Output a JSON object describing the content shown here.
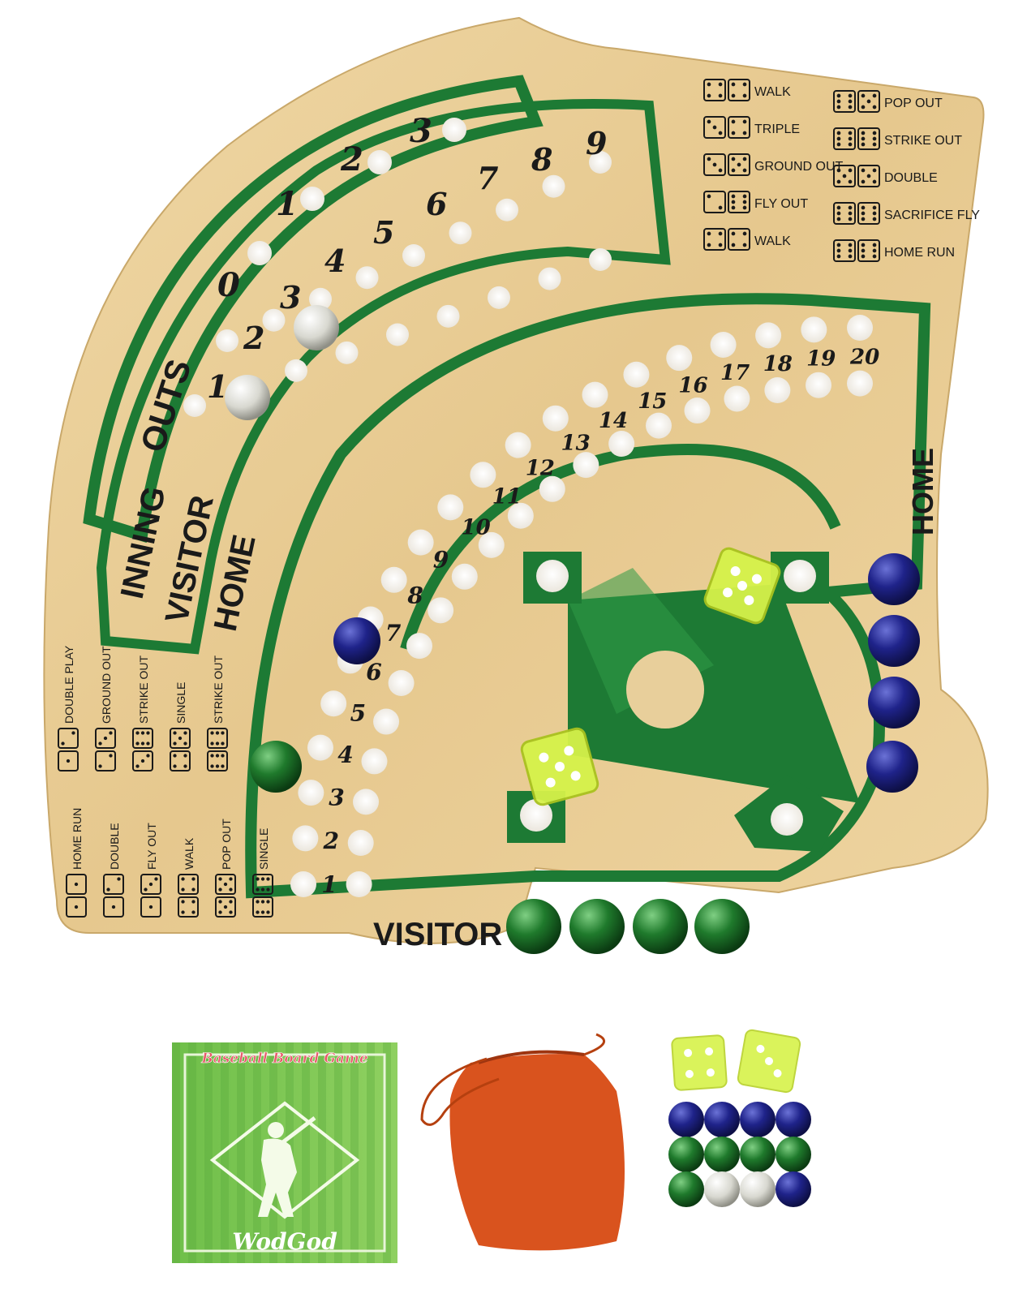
{
  "board": {
    "labels": {
      "outs": "OUTS",
      "inning": "INNING",
      "visitor": "VISITOR",
      "home": "HOME",
      "visitor_side": "VISITOR",
      "home_side": "HOME"
    },
    "outs_numbers": [
      "0",
      "1",
      "2",
      "3"
    ],
    "inning_numbers": [
      "1",
      "2",
      "3",
      "4",
      "5",
      "6",
      "7",
      "8",
      "9"
    ],
    "track_numbers": [
      "1",
      "2",
      "3",
      "4",
      "5",
      "6",
      "7",
      "8",
      "9",
      "10",
      "11",
      "12",
      "13",
      "14",
      "15",
      "16",
      "17",
      "18",
      "19",
      "20"
    ],
    "legend_right": [
      {
        "dice": [
          4,
          4
        ],
        "text": "WALK"
      },
      {
        "dice": [
          3,
          4
        ],
        "text": "TRIPLE"
      },
      {
        "dice": [
          3,
          5
        ],
        "text": "GROUND OUT"
      },
      {
        "dice": [
          2,
          6
        ],
        "text": "FLY OUT"
      },
      {
        "dice": [
          4,
          4
        ],
        "text": "WALK"
      },
      {
        "dice": [
          6,
          5
        ],
        "text": "POP OUT"
      },
      {
        "dice": [
          6,
          6
        ],
        "text": "STRIKE OUT"
      },
      {
        "dice": [
          5,
          5
        ],
        "text": "DOUBLE"
      },
      {
        "dice": [
          6,
          6
        ],
        "text": "SACRIFICE FLY"
      },
      {
        "dice": [
          6,
          6
        ],
        "text": "HOME RUN"
      }
    ],
    "legend_left": [
      {
        "dice": [
          1,
          2
        ],
        "text": "DOUBLE PLAY"
      },
      {
        "dice": [
          2,
          3
        ],
        "text": "GROUND OUT"
      },
      {
        "dice": [
          3,
          6
        ],
        "text": "STRIKE OUT"
      },
      {
        "dice": [
          4,
          5
        ],
        "text": "SINGLE"
      },
      {
        "dice": [
          6,
          6
        ],
        "text": "STRIKE OUT"
      },
      {
        "dice": [
          1,
          1
        ],
        "text": "HOME RUN"
      },
      {
        "dice": [
          1,
          2
        ],
        "text": "DOUBLE"
      },
      {
        "dice": [
          1,
          3
        ],
        "text": "FLY OUT"
      },
      {
        "dice": [
          4,
          4
        ],
        "text": "WALK"
      },
      {
        "dice": [
          5,
          5
        ],
        "text": "POP OUT"
      },
      {
        "dice": [
          6,
          6
        ],
        "text": "SINGLE"
      }
    ]
  },
  "accessories": {
    "card_title": "Baseball Board Game",
    "card_brand": "WodGod"
  },
  "colors": {
    "wood": "#e8cf9b",
    "green": "#1d7a34",
    "green_light": "#2f9b47",
    "marble_blue": "#1b1f7a",
    "marble_green": "#1e6b2a",
    "dice": "#d6f24a",
    "bag": "#d9531e"
  }
}
